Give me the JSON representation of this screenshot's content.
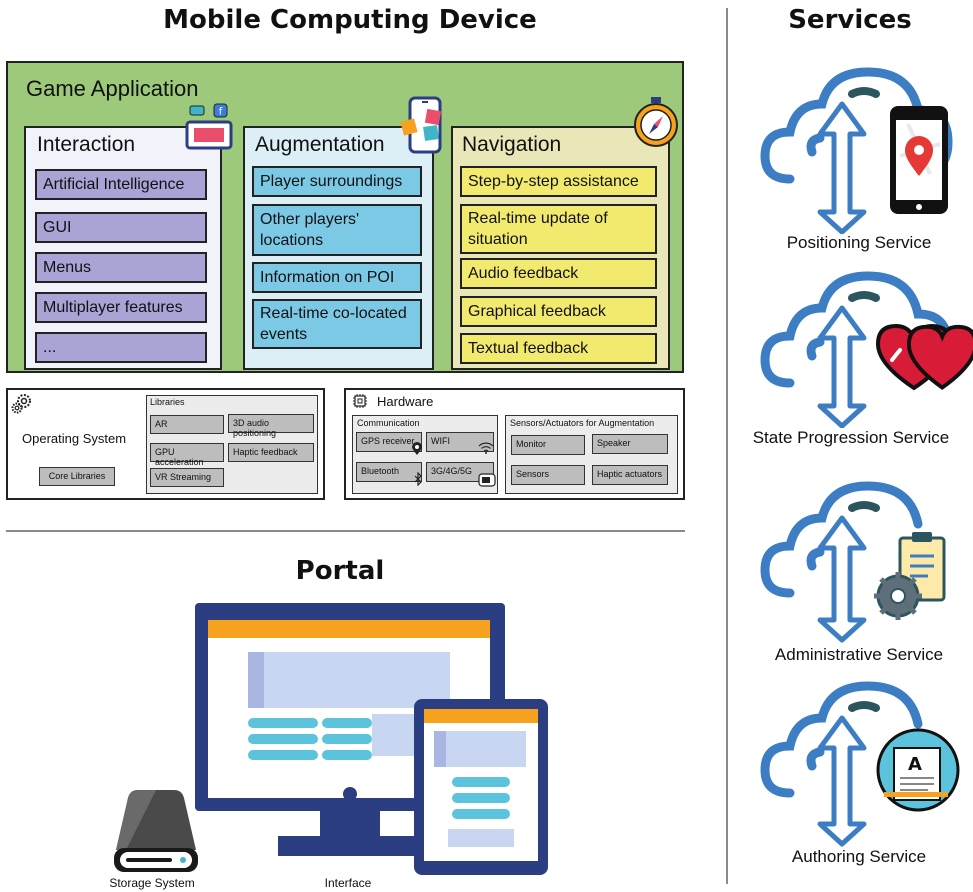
{
  "headings": {
    "mobile": "Mobile Computing Device",
    "services": "Services",
    "portal": "Portal"
  },
  "game": {
    "label": "Game Application",
    "interaction": {
      "title": "Interaction",
      "items": [
        "Artificial Intelligence",
        "GUI",
        "Menus",
        "Multiplayer features",
        "..."
      ]
    },
    "augmentation": {
      "title": "Augmentation",
      "items": [
        "Player surroundings",
        "Other players' locations",
        "Information on POI",
        "Real-time co-located events"
      ]
    },
    "navigation": {
      "title": "Navigation",
      "items": [
        "Step-by-step assistance",
        "Real-time update of situation",
        "Audio feedback",
        "Graphical feedback",
        "Textual feedback"
      ]
    }
  },
  "os": {
    "label": "Operating System",
    "core": "Core Libraries",
    "libraries_label": "Libraries",
    "libraries": [
      "AR",
      "3D audio positioning",
      "GPU acceleration",
      "Haptic feedback",
      "VR Streaming"
    ]
  },
  "hardware": {
    "label": "Hardware",
    "communication_label": "Communication",
    "communication": [
      "GPS receiver",
      "WIFI",
      "Bluetooth",
      "3G/4G/5G"
    ],
    "sensors_label": "Sensors/Actuators for Augmentation",
    "sensors": [
      "Monitor",
      "Speaker",
      "Sensors",
      "Haptic actuators"
    ]
  },
  "portal": {
    "storage": "Storage System",
    "interface": "Interface"
  },
  "services": [
    "Positioning Service",
    "State Progression Service",
    "Administrative Service",
    "Authoring Service"
  ],
  "colors": {
    "game_bg": "#9dc97a",
    "interaction_item": "#a9a3d6",
    "augmentation_item": "#7cc9e6",
    "navigation_item": "#f2ea6e",
    "cloud_blue": "#3d7dc4",
    "portal_navy": "#2c3e82",
    "portal_orange": "#f6a21e"
  }
}
